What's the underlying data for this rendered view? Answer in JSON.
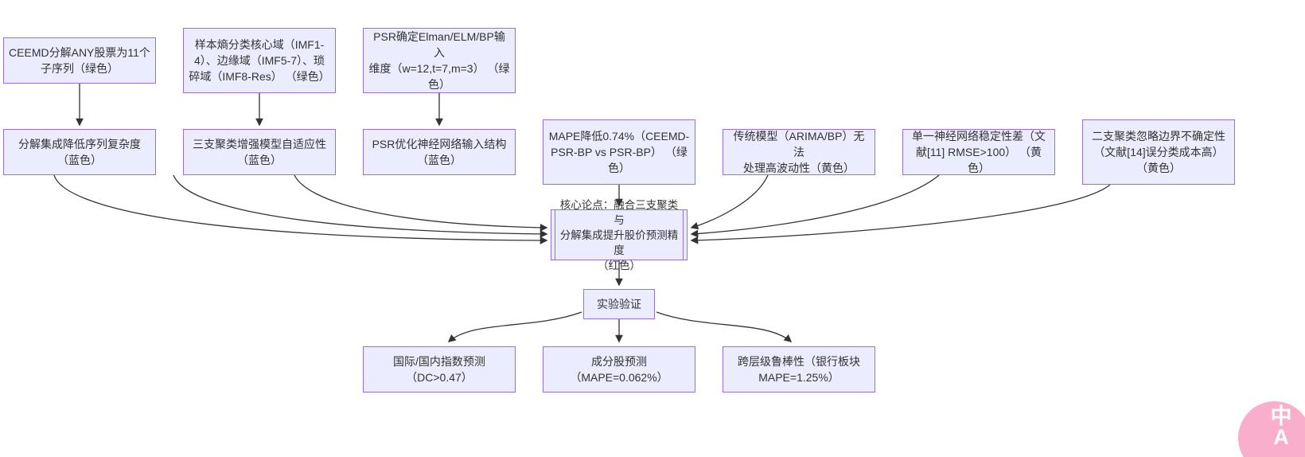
{
  "diagram": {
    "type": "flowchart",
    "colors": {
      "background": "#ffffff",
      "node_fill": "#ECECFF",
      "node_border": "#9370DB",
      "edge": "#333333",
      "text": "#333333",
      "badge_pink": "#f9aecb"
    },
    "nodes": {
      "ceemd": {
        "label": "CEEMD分解ANY股票为11个\n子序列（绿色）"
      },
      "entropy": {
        "label": "样本熵分类核心域（IMF1-\n4）、边缘域（IMF5-7）、琐\n碎域（IMF8-Res） （绿色）"
      },
      "psr_dim": {
        "label": "PSR确定Elman/ELM/BP输入\n维度（w=12,t=7,m=3） （绿\n色）"
      },
      "decomp": {
        "label": "分解集成降低序列复杂度\n（蓝色）"
      },
      "threeway": {
        "label": "三支聚类增强模型自适应性\n（蓝色）"
      },
      "psr_opt": {
        "label": "PSR优化神经网络输入结构\n（蓝色）"
      },
      "mape": {
        "label": "MAPE降低0.74%（CEEMD-\nPSR-BP vs PSR-BP） （绿\n色）"
      },
      "traditional": {
        "label": "传统模型（ARIMA/BP）无法\n处理高波动性（黄色）"
      },
      "single_nn": {
        "label": "单一神经网络稳定性差（文\n献[11] RMSE>100） （黄色）"
      },
      "twoway": {
        "label": "二支聚类忽略边界不确定性\n（文献[14]误分类成本高）\n（黄色）"
      },
      "core": {
        "label": "核心论点：融合三支聚类与\n分解集成提升股价预测精度\n（红色）"
      },
      "experiment": {
        "label": "实验验证"
      },
      "index_pred": {
        "label": "国际/国内指数预测\n（DC>0.47）"
      },
      "stock_pred": {
        "label": "成分股预测\n（MAPE=0.062%）"
      },
      "robustness": {
        "label": "跨层级鲁棒性（银行板块\nMAPE=1.25%）"
      }
    },
    "edges": [
      {
        "from": "ceemd",
        "to": "decomp"
      },
      {
        "from": "entropy",
        "to": "threeway"
      },
      {
        "from": "psr_dim",
        "to": "psr_opt"
      },
      {
        "from": "decomp",
        "to": "core"
      },
      {
        "from": "threeway",
        "to": "core"
      },
      {
        "from": "psr_opt",
        "to": "core"
      },
      {
        "from": "mape",
        "to": "core"
      },
      {
        "from": "traditional",
        "to": "core"
      },
      {
        "from": "single_nn",
        "to": "core"
      },
      {
        "from": "twoway",
        "to": "core"
      },
      {
        "from": "core",
        "to": "experiment"
      },
      {
        "from": "experiment",
        "to": "index_pred"
      },
      {
        "from": "experiment",
        "to": "stock_pred"
      },
      {
        "from": "experiment",
        "to": "robustness"
      }
    ]
  },
  "badge": {
    "label": "中\nA"
  }
}
